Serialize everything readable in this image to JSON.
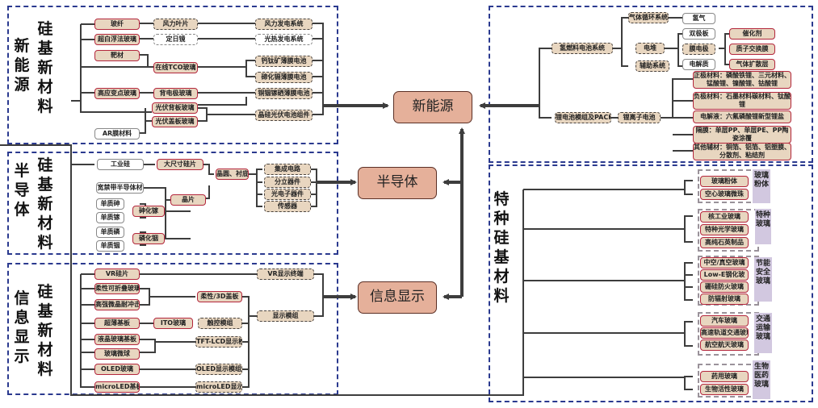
{
  "hubs": {
    "new_energy": "新能源",
    "semiconductor": "半导体",
    "info_display": "信息显示"
  },
  "panels": {
    "new_energy": {
      "title_a": "新能源",
      "title_b": "硅基新材料"
    },
    "semiconductor": {
      "title_a": "半导体",
      "title_b": "硅基新材料"
    },
    "info_display": {
      "title_a": "信息显示",
      "title_b": "硅基新材料"
    },
    "special": {
      "title": "特种硅基材料"
    }
  },
  "new_energy_nodes": {
    "glass_fiber": "玻纤",
    "wind_blade": "风力叶片",
    "wind_system": "风力发电系统",
    "ultra_white": "超白浮法玻璃",
    "heliostat": "定日镜",
    "solar_thermal": "光热发电系统",
    "target": "靶材",
    "tco": "在线TCO玻璃",
    "perovskite": "钙钛矿薄膜电池",
    "cdte": "碲化镉薄膜电池",
    "high_strain": "高应变点玻璃",
    "back_electrode": "背电极玻璃",
    "cigs": "铜铟镓硒薄膜电池",
    "pv_back": "光伏背板玻璃",
    "pv_cover": "光伏盖板玻璃",
    "crystal_si": "晶硅光伏电池组件",
    "ar_film": "AR膜材料"
  },
  "semi_nodes": {
    "industrial_si": "工业硅",
    "large_wafer": "大尺寸硅片",
    "wide_bandgap": "宽禁带半导体材",
    "chip": "晶片",
    "arsenic": "单质砷",
    "gallium": "单质镓",
    "gaas": "砷化镓",
    "phosphorus": "单质磷",
    "indium": "单质铟",
    "inp": "磷化铟",
    "wafer_substrate": "晶圆、衬底",
    "ic": "集成电路",
    "discrete": "分立器件",
    "optoelectronic": "光电子器件",
    "sensor": "传感器"
  },
  "info_nodes": {
    "vr_wafer": "VR硅片",
    "vr_terminal": "VR显示终端",
    "flexible_fold": "柔性可折叠玻璃",
    "high_strength": "高强微晶耐冲击",
    "flex_cover": "柔性/3D盖板",
    "ultra_thin": "超薄基板",
    "ito": "ITO玻璃",
    "touch_module": "触控模组",
    "display_module": "显示模组",
    "lcd_substrate": "液晶玻璃基板",
    "glass_bead": "玻璃微球",
    "tft_lcd": "TFT-LCD显示模",
    "oled_glass": "OLED玻璃",
    "oled_module": "OLED显示模组",
    "microled_sub": "microLED基板",
    "microled_disp": "microLED显示"
  },
  "fuel_cell": {
    "system": "氢燃料电池系统",
    "gas_loop": "气体循环系统",
    "hydrogen": "氢气",
    "stack": "电堆",
    "aux": "辅助系统",
    "bipolar": "双极板",
    "mea": "膜电极",
    "electrolyte": "电解质",
    "catalyst": "催化剂",
    "pem": "质子交换膜",
    "gdl": "气体扩散层"
  },
  "li_battery": {
    "pack": "锂电池模组及PACK",
    "li_ion": "锂离子电池",
    "materials": [
      "正极材料：磷酸铁锂、三元材料、锰酸锂、镍酸锂、钴酸锂",
      "负极材料：石墨材料碳材料、钛酸锂",
      "电解液：六氟磷酸锂新型锂盐",
      "隔膜：单层PP、单层PE、PP陶瓷涂覆",
      "其他辅材：铜箔、铝箔、铝塑膜、分散剂、粘结剂"
    ]
  },
  "special_groups": [
    {
      "label": "玻璃粉体",
      "items": [
        "玻璃粉体",
        "空心玻璃微珠"
      ]
    },
    {
      "label": "特种玻璃",
      "items": [
        "核工业玻璃",
        "特种光学玻璃",
        "高纯石英制品"
      ]
    },
    {
      "label": "节能安全玻璃",
      "items": [
        "中空/真空玻璃",
        "Low-E钢化玻",
        "硼硅防火玻璃",
        "防辐射玻璃"
      ]
    },
    {
      "label": "交通运输玻璃",
      "items": [
        "汽车玻璃",
        "高速轨道交通玻璃",
        "航空航天玻璃"
      ]
    },
    {
      "label": "生物医药玻璃",
      "items": [
        "药用玻璃",
        "生物活性玻璃"
      ]
    }
  ],
  "colors": {
    "panel_border": "#2b3a8f",
    "hub_fill": "#e5b09a",
    "node_fill": "#e8d6c0",
    "node_border_red": "#b3263c",
    "group_label": "#d2c8e0"
  }
}
